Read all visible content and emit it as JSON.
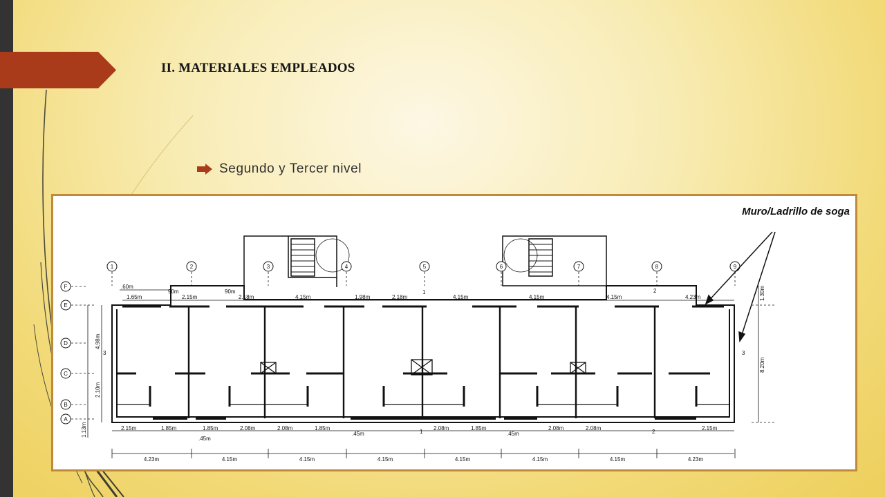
{
  "slide": {
    "title": "II. MATERIALES EMPLEADOS",
    "bullet": "Segundo y Tercer nivel"
  },
  "drawing": {
    "annotation": "Muro/Ladrillo de soga",
    "column_axes": [
      "1",
      "2",
      "3",
      "4",
      "5",
      "6",
      "7",
      "8",
      "9"
    ],
    "row_axes": [
      "F",
      "E",
      "D",
      "C",
      "B",
      "A"
    ],
    "top_dims": [
      ".60m",
      "1.65m",
      "90m",
      "2.15m",
      "90m",
      "2.18m",
      "4.15m",
      "1.98m",
      "2.18m",
      "4.15m",
      "4.15m",
      "4.15m",
      "4.23m"
    ],
    "bottom_dims": [
      "2.15m",
      "1.85m",
      "1.85m",
      "2.08m",
      "2.08m",
      "1.85m",
      ".45m",
      ".45m",
      "2.08m",
      "1.85m",
      ".45m",
      "2.08m",
      "2.08m",
      "2.15m"
    ],
    "overall_dims": [
      "4.23m",
      "4.15m",
      "4.15m",
      "4.15m",
      "4.15m",
      "4.15m",
      "4.15m",
      "4.23m"
    ],
    "left_dims": [
      "4.98m",
      "2.10m",
      "1.13m"
    ],
    "right_dims": [
      "1.30m",
      "8.20m"
    ],
    "section_marks": [
      "3",
      "3",
      "1",
      "1",
      "2",
      "2"
    ]
  },
  "colors": {
    "title_tab": "#a93a1a",
    "left_bar": "#333333",
    "frame_border": "#c08a3a",
    "bullet_icon": "#a93a1a"
  }
}
